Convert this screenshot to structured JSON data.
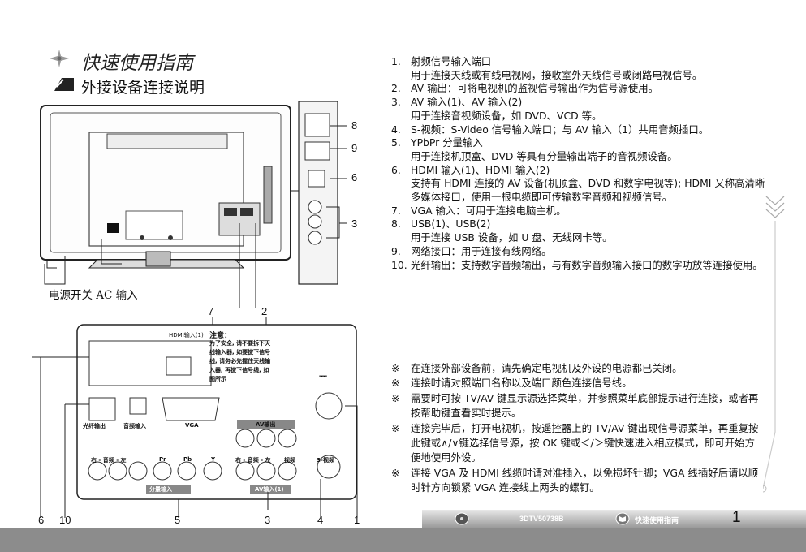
{
  "header": {
    "title": "快速使用指南",
    "subtitle": "外接设备连接说明"
  },
  "diagram_top": {
    "caption": "电源开关  AC 输入",
    "side_panel_labels": [
      "8",
      "9",
      "6",
      "3"
    ]
  },
  "diagram_bottom": {
    "top_numbers": [
      "7",
      "2"
    ],
    "bottom_numbers": [
      "6",
      "10",
      "5",
      "3",
      "4",
      "1"
    ],
    "hdmi_label": "HDMI输入(1)",
    "notice_title": "注意：",
    "notice_text": "为了安全, 请不要拆下天线输入器, 如要拔下信号线, 请务必先握住天线输入器, 再拔下信号线, 如图所示",
    "optical_label": "光纤输出",
    "audio_in_label": "音频输入",
    "vga_label": "VGA",
    "av_out_label": "AV输出",
    "component_labels": [
      "右 - 音频 - 左",
      "Pr",
      "Pb",
      "Y"
    ],
    "component_group": "分量输入",
    "av_in_labels": [
      "右 - 音频 - 左",
      "视频",
      "S-视频"
    ],
    "av_in_group": "AV输入(1)",
    "antenna_label": "ᅲ"
  },
  "items": [
    {
      "num": "1.",
      "title": "射频信号输入端口",
      "desc": "用于连接天线或有线电视网，接收室外天线信号或闭路电视信号。"
    },
    {
      "num": "2.",
      "title": "AV 输出：可将电视机的监视信号输出作为信号源使用。",
      "desc": ""
    },
    {
      "num": "3.",
      "title": "AV 输入(1)、AV 输入(2)",
      "desc": "用于连接音视频设备，如 DVD、VCD 等。"
    },
    {
      "num": "4.",
      "title": "S-视频：S-Video 信号输入端口；与 AV 输入（1）共用音频插口。",
      "desc": ""
    },
    {
      "num": "5.",
      "title": "YPbPr 分量输入",
      "desc": "用于连接机顶盒、DVD 等具有分量输出端子的音视频设备。"
    },
    {
      "num": "6.",
      "title": "HDMI 输入(1)、HDMI 输入(2)",
      "desc": "支持有 HDMI 连接的 AV 设备(机顶盒、DVD 和数字电视等); HDMI 又称高清晰多媒体接口，使用一根电缆即可传输数字音频和视频信号。"
    },
    {
      "num": "7.",
      "title": "VGA 输入：可用于连接电脑主机。",
      "desc": ""
    },
    {
      "num": "8.",
      "title": "USB(1)、USB(2)",
      "desc": "用于连接 USB 设备，如 U 盘、无线网卡等。"
    },
    {
      "num": "9.",
      "title": "网络接口：用于连接有线网络。",
      "desc": ""
    },
    {
      "num": "10.",
      "title": "光纤输出：支持数字音频输出，与有数字音频输入接口的数字功放等连接使用。",
      "desc": ""
    }
  ],
  "notes": [
    {
      "mark": "※",
      "text": "在连接外部设备前，请先确定电视机及外设的电源都已关闭。"
    },
    {
      "mark": "※",
      "text": "连接时请对照端口名称以及端口颜色连接信号线。"
    },
    {
      "mark": "※",
      "text": "需要时可按 TV/AV 键显示源选择菜单，并参照菜单底部提示进行连接，或者再按帮助键查看实时提示。"
    },
    {
      "mark": "※",
      "text": "连接完毕后，打开电视机，按遥控器上的 TV/AV 键出现信号源菜单，再重复按此键或∧/∨键选择信号源，按 OK 键或＜/＞键快速进入相应模式，即可开始方便地使用外设。"
    },
    {
      "mark": "※",
      "text": "连接 VGA 及 HDMI 线缆时请对准插入，以免损坏针脚；VGA 线插好后请以顺时针方向锁紧 VGA 连接线上两头的螺钉。"
    }
  ],
  "footer": {
    "model": "3DTV50738B",
    "section": "快速使用指南",
    "page": "1"
  }
}
